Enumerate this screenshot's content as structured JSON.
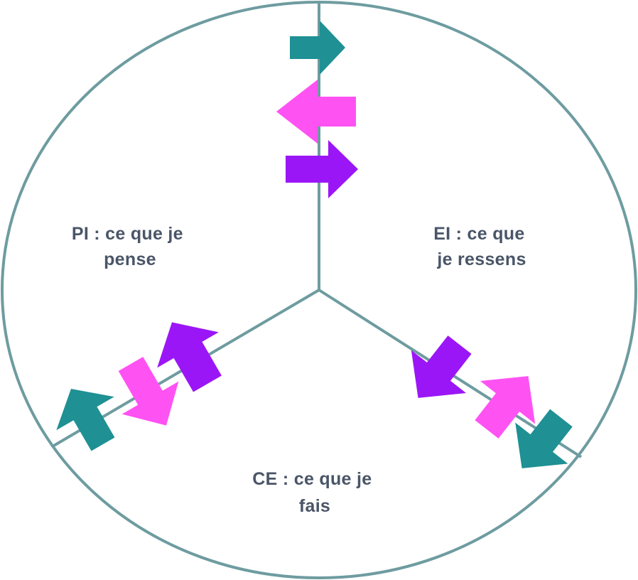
{
  "colors": {
    "circle": "#6e9ca0",
    "teal": "#1f9094",
    "magenta": "#ff52f3",
    "purple": "#9b16f6",
    "label": "#4a5567"
  },
  "zones": {
    "pi": {
      "line1": "PI : ce que je",
      "line2": "pense"
    },
    "ei": {
      "line1": "EI : ce que",
      "line2": "je ressens"
    },
    "ce": {
      "line1": "CE : ce que je",
      "line2": "fais"
    }
  },
  "arrow_groups": [
    {
      "boundary": "PI-EI",
      "arrows": [
        {
          "color": "teal",
          "direction": "right"
        },
        {
          "color": "magenta",
          "direction": "left"
        },
        {
          "color": "purple",
          "direction": "right"
        }
      ]
    },
    {
      "boundary": "PI-CE",
      "arrows": [
        {
          "color": "purple",
          "direction": "up"
        },
        {
          "color": "magenta",
          "direction": "down"
        },
        {
          "color": "teal",
          "direction": "up"
        }
      ]
    },
    {
      "boundary": "EI-CE",
      "arrows": [
        {
          "color": "purple",
          "direction": "down"
        },
        {
          "color": "magenta",
          "direction": "up"
        },
        {
          "color": "teal",
          "direction": "down"
        }
      ]
    }
  ]
}
